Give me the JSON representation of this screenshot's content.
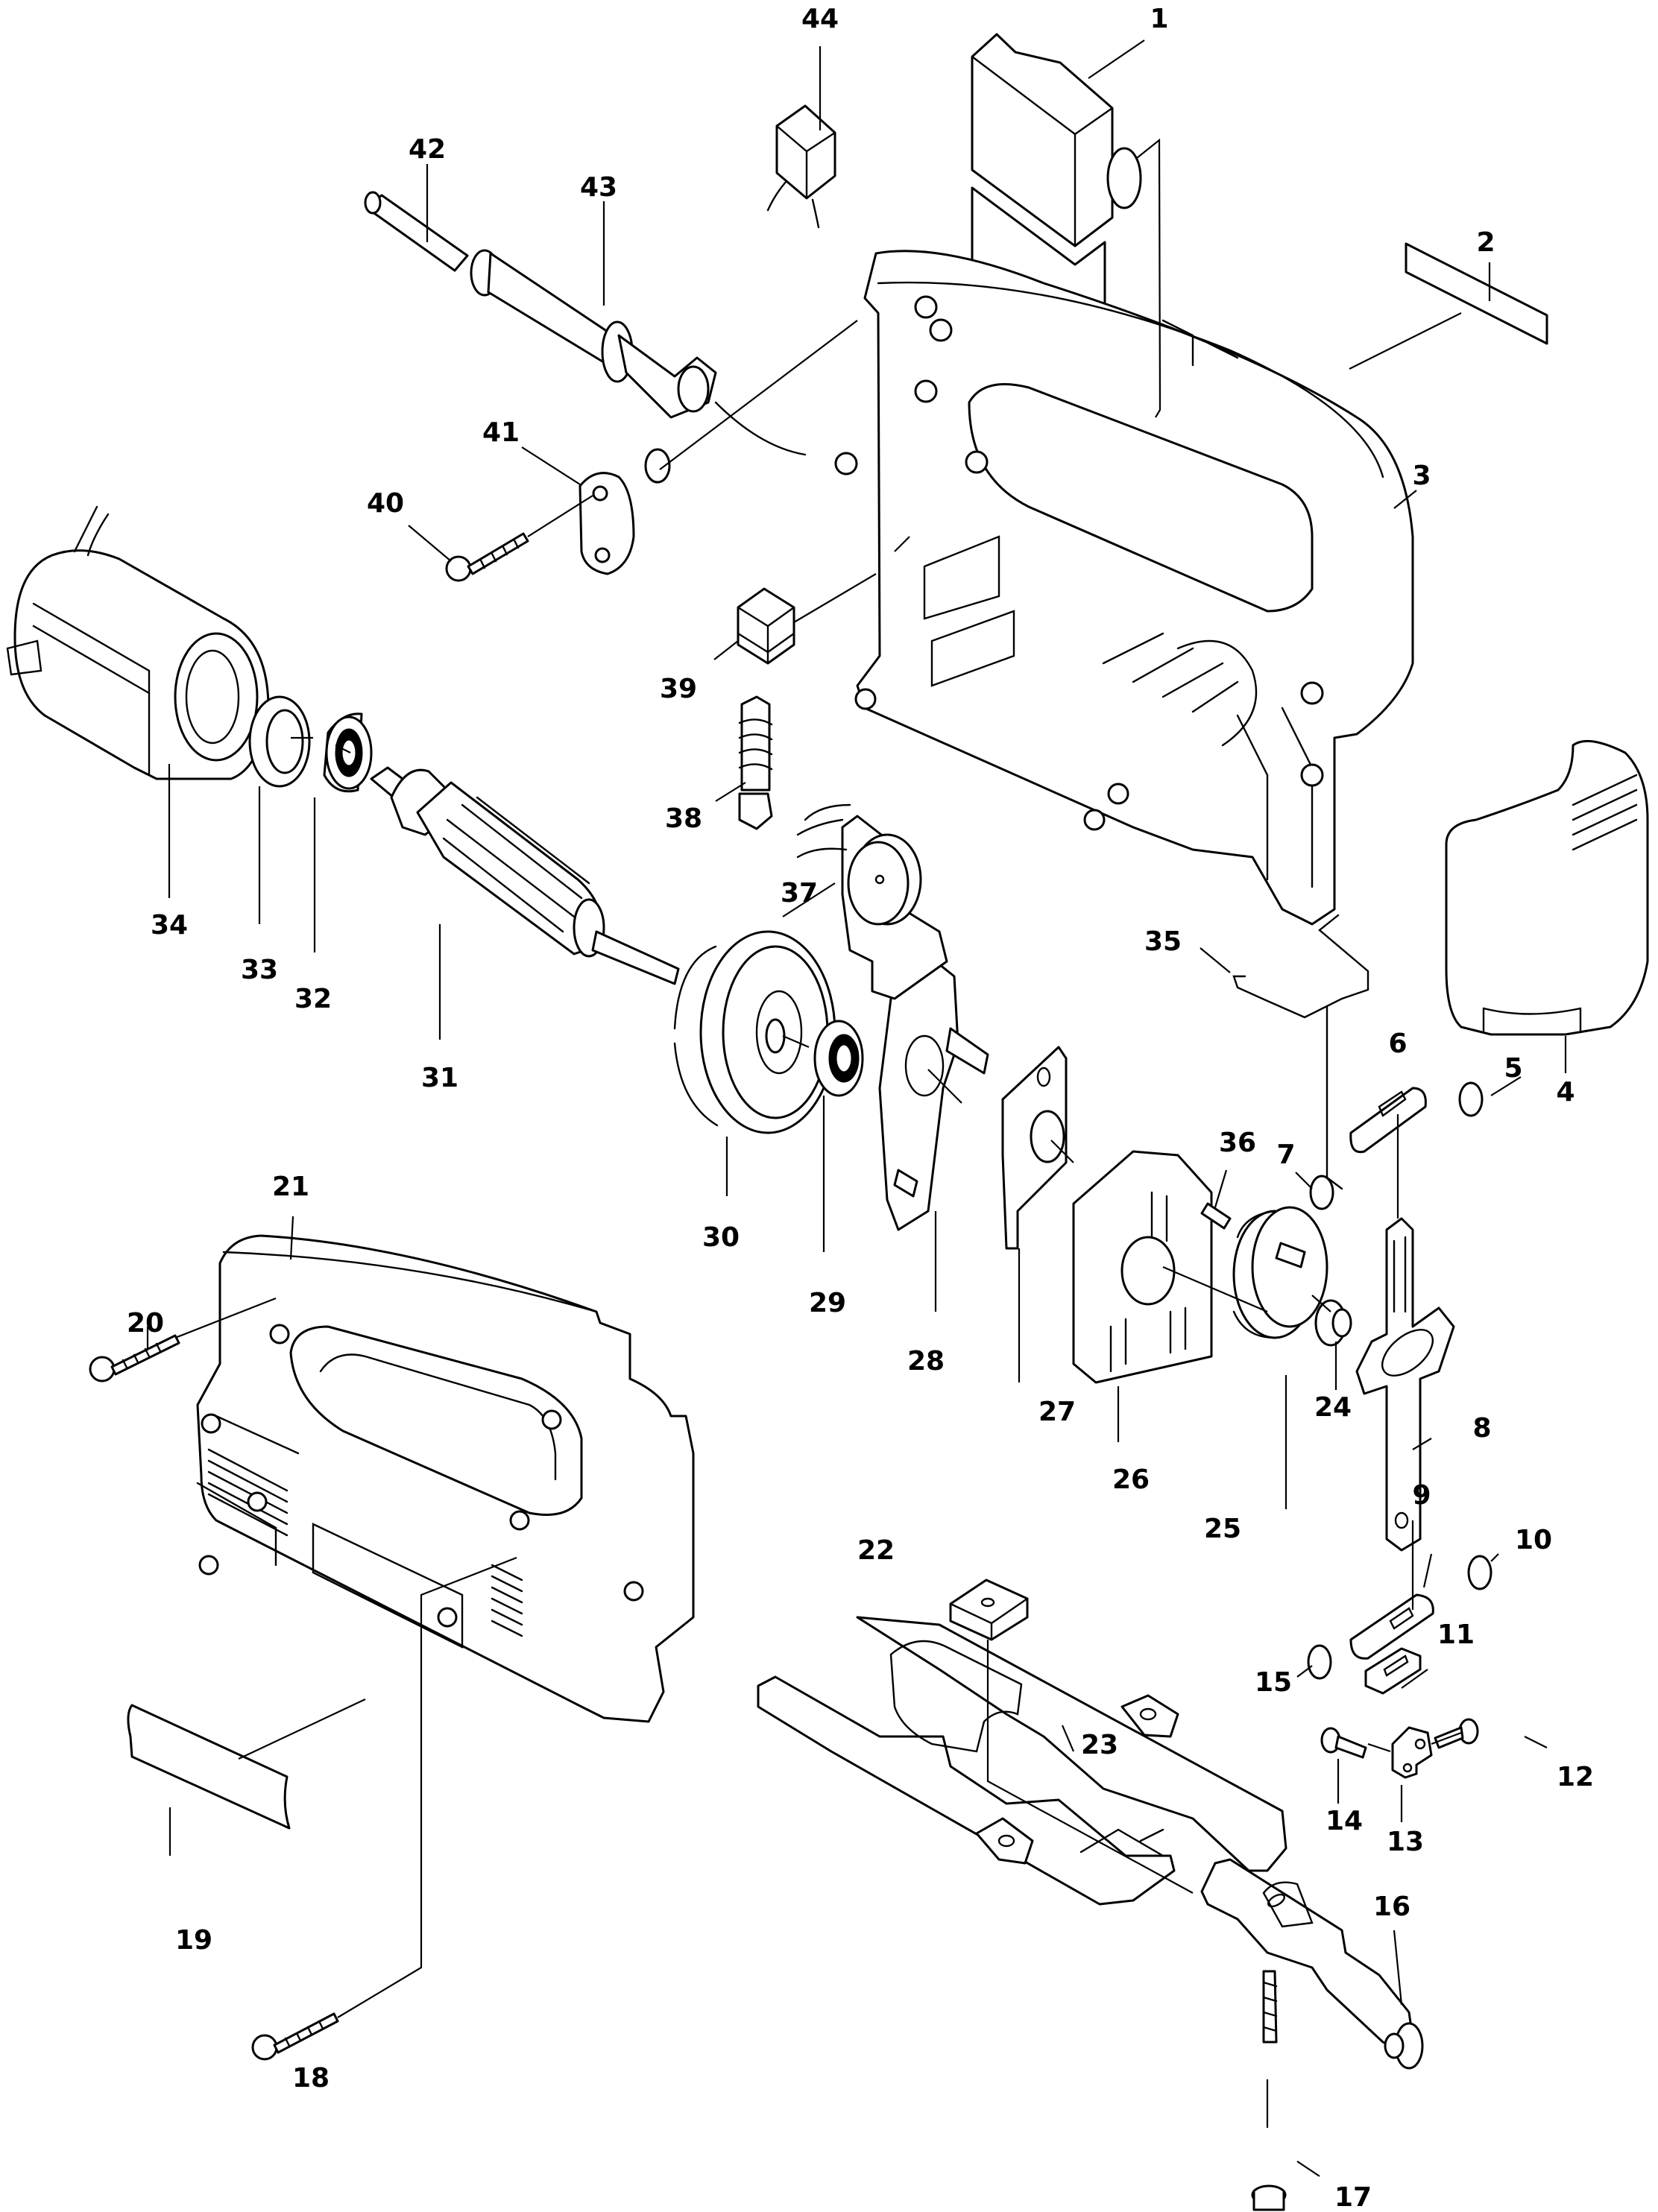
{
  "diagram": {
    "title": "",
    "type": "exploded parts diagram",
    "line_color": "#000000",
    "background": "#ffffff"
  },
  "callouts": [
    {
      "id": "1",
      "label": "1",
      "part": "switch"
    },
    {
      "id": "2",
      "label": "2",
      "part": "name-plate"
    },
    {
      "id": "3",
      "label": "3",
      "part": "housing-right"
    },
    {
      "id": "4",
      "label": "4",
      "part": "rear-cover"
    },
    {
      "id": "5",
      "label": "5",
      "part": "o-ring"
    },
    {
      "id": "6",
      "label": "6",
      "part": "slide-upper"
    },
    {
      "id": "7",
      "label": "7",
      "part": "o-ring"
    },
    {
      "id": "8",
      "label": "8",
      "part": "slider"
    },
    {
      "id": "9",
      "label": "9",
      "part": "slide-lower"
    },
    {
      "id": "10",
      "label": "10",
      "part": "o-ring"
    },
    {
      "id": "11",
      "label": "11",
      "part": "rubber-pin"
    },
    {
      "id": "12",
      "label": "12",
      "part": "screw"
    },
    {
      "id": "13",
      "label": "13",
      "part": "blade-holder"
    },
    {
      "id": "14",
      "label": "14",
      "part": "screw"
    },
    {
      "id": "15",
      "label": "15",
      "part": "o-ring"
    },
    {
      "id": "16",
      "label": "16",
      "part": "roller-holder"
    },
    {
      "id": "17",
      "label": "17",
      "part": "hex-socket-bolt"
    },
    {
      "id": "18",
      "label": "18",
      "part": "tapping-screw"
    },
    {
      "id": "19",
      "label": "19",
      "part": "label"
    },
    {
      "id": "20",
      "label": "20",
      "part": "tapping-screw"
    },
    {
      "id": "21",
      "label": "21",
      "part": "housing-left"
    },
    {
      "id": "22",
      "label": "22",
      "part": "square-nut"
    },
    {
      "id": "23",
      "label": "23",
      "part": "base"
    },
    {
      "id": "24",
      "label": "24",
      "part": "bearing"
    },
    {
      "id": "25",
      "label": "25",
      "part": "crank"
    },
    {
      "id": "26",
      "label": "26",
      "part": "gear-housing-plate"
    },
    {
      "id": "27",
      "label": "27",
      "part": "plate"
    },
    {
      "id": "28",
      "label": "28",
      "part": "bearing-box"
    },
    {
      "id": "29",
      "label": "29",
      "part": "ball-bearing"
    },
    {
      "id": "30",
      "label": "30",
      "part": "spur-gear"
    },
    {
      "id": "31",
      "label": "31",
      "part": "armature"
    },
    {
      "id": "32",
      "label": "32",
      "part": "ball-bearing"
    },
    {
      "id": "33",
      "label": "33",
      "part": "rubber-ring"
    },
    {
      "id": "34",
      "label": "34",
      "part": "field"
    },
    {
      "id": "35",
      "label": "35",
      "part": "baffle-plate"
    },
    {
      "id": "36",
      "label": "36",
      "part": "pin"
    },
    {
      "id": "37",
      "label": "37",
      "part": "brush-holder"
    },
    {
      "id": "38",
      "label": "38",
      "part": "carbon-brush"
    },
    {
      "id": "39",
      "label": "39",
      "part": "brush-holder-cap"
    },
    {
      "id": "40",
      "label": "40",
      "part": "tapping-screw"
    },
    {
      "id": "41",
      "label": "41",
      "part": "strain-relief"
    },
    {
      "id": "42",
      "label": "42",
      "part": "cord"
    },
    {
      "id": "43",
      "label": "43",
      "part": "cord-guard"
    },
    {
      "id": "44",
      "label": "44",
      "part": "noise-suppressor"
    }
  ]
}
